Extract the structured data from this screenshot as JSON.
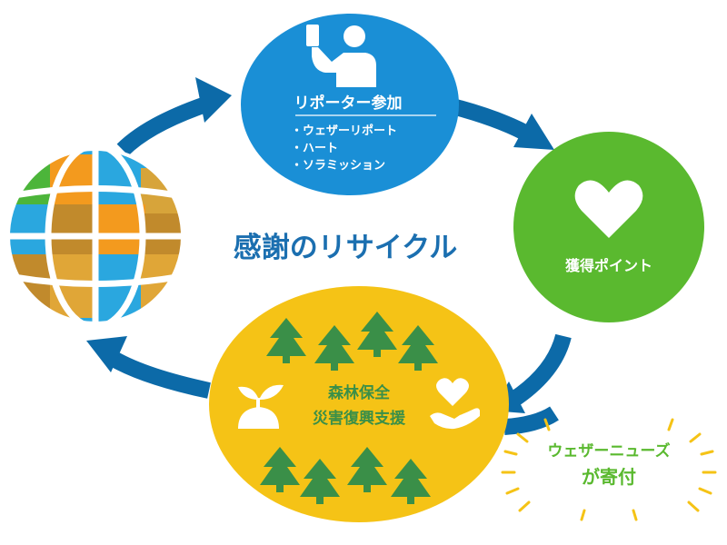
{
  "center_title": "感謝のリサイクル",
  "reporter": {
    "title": "リポーター参加",
    "items": [
      "・ウェザーリポート",
      "・ハート",
      "・ソラミッション"
    ]
  },
  "points": {
    "label": "獲得ポイント"
  },
  "forest": {
    "line1": "森林保全",
    "line2": "災害復興支援"
  },
  "donation": {
    "line1": "ウェザーニューズ",
    "line2": "が寄付"
  },
  "colors": {
    "blue": "#1a8fd6",
    "green": "#5ab92f",
    "yellow": "#f5c316",
    "arrow": "#0c6aa8",
    "forest_green": "#3a8f48",
    "title_blue": "#1b6fb0"
  }
}
